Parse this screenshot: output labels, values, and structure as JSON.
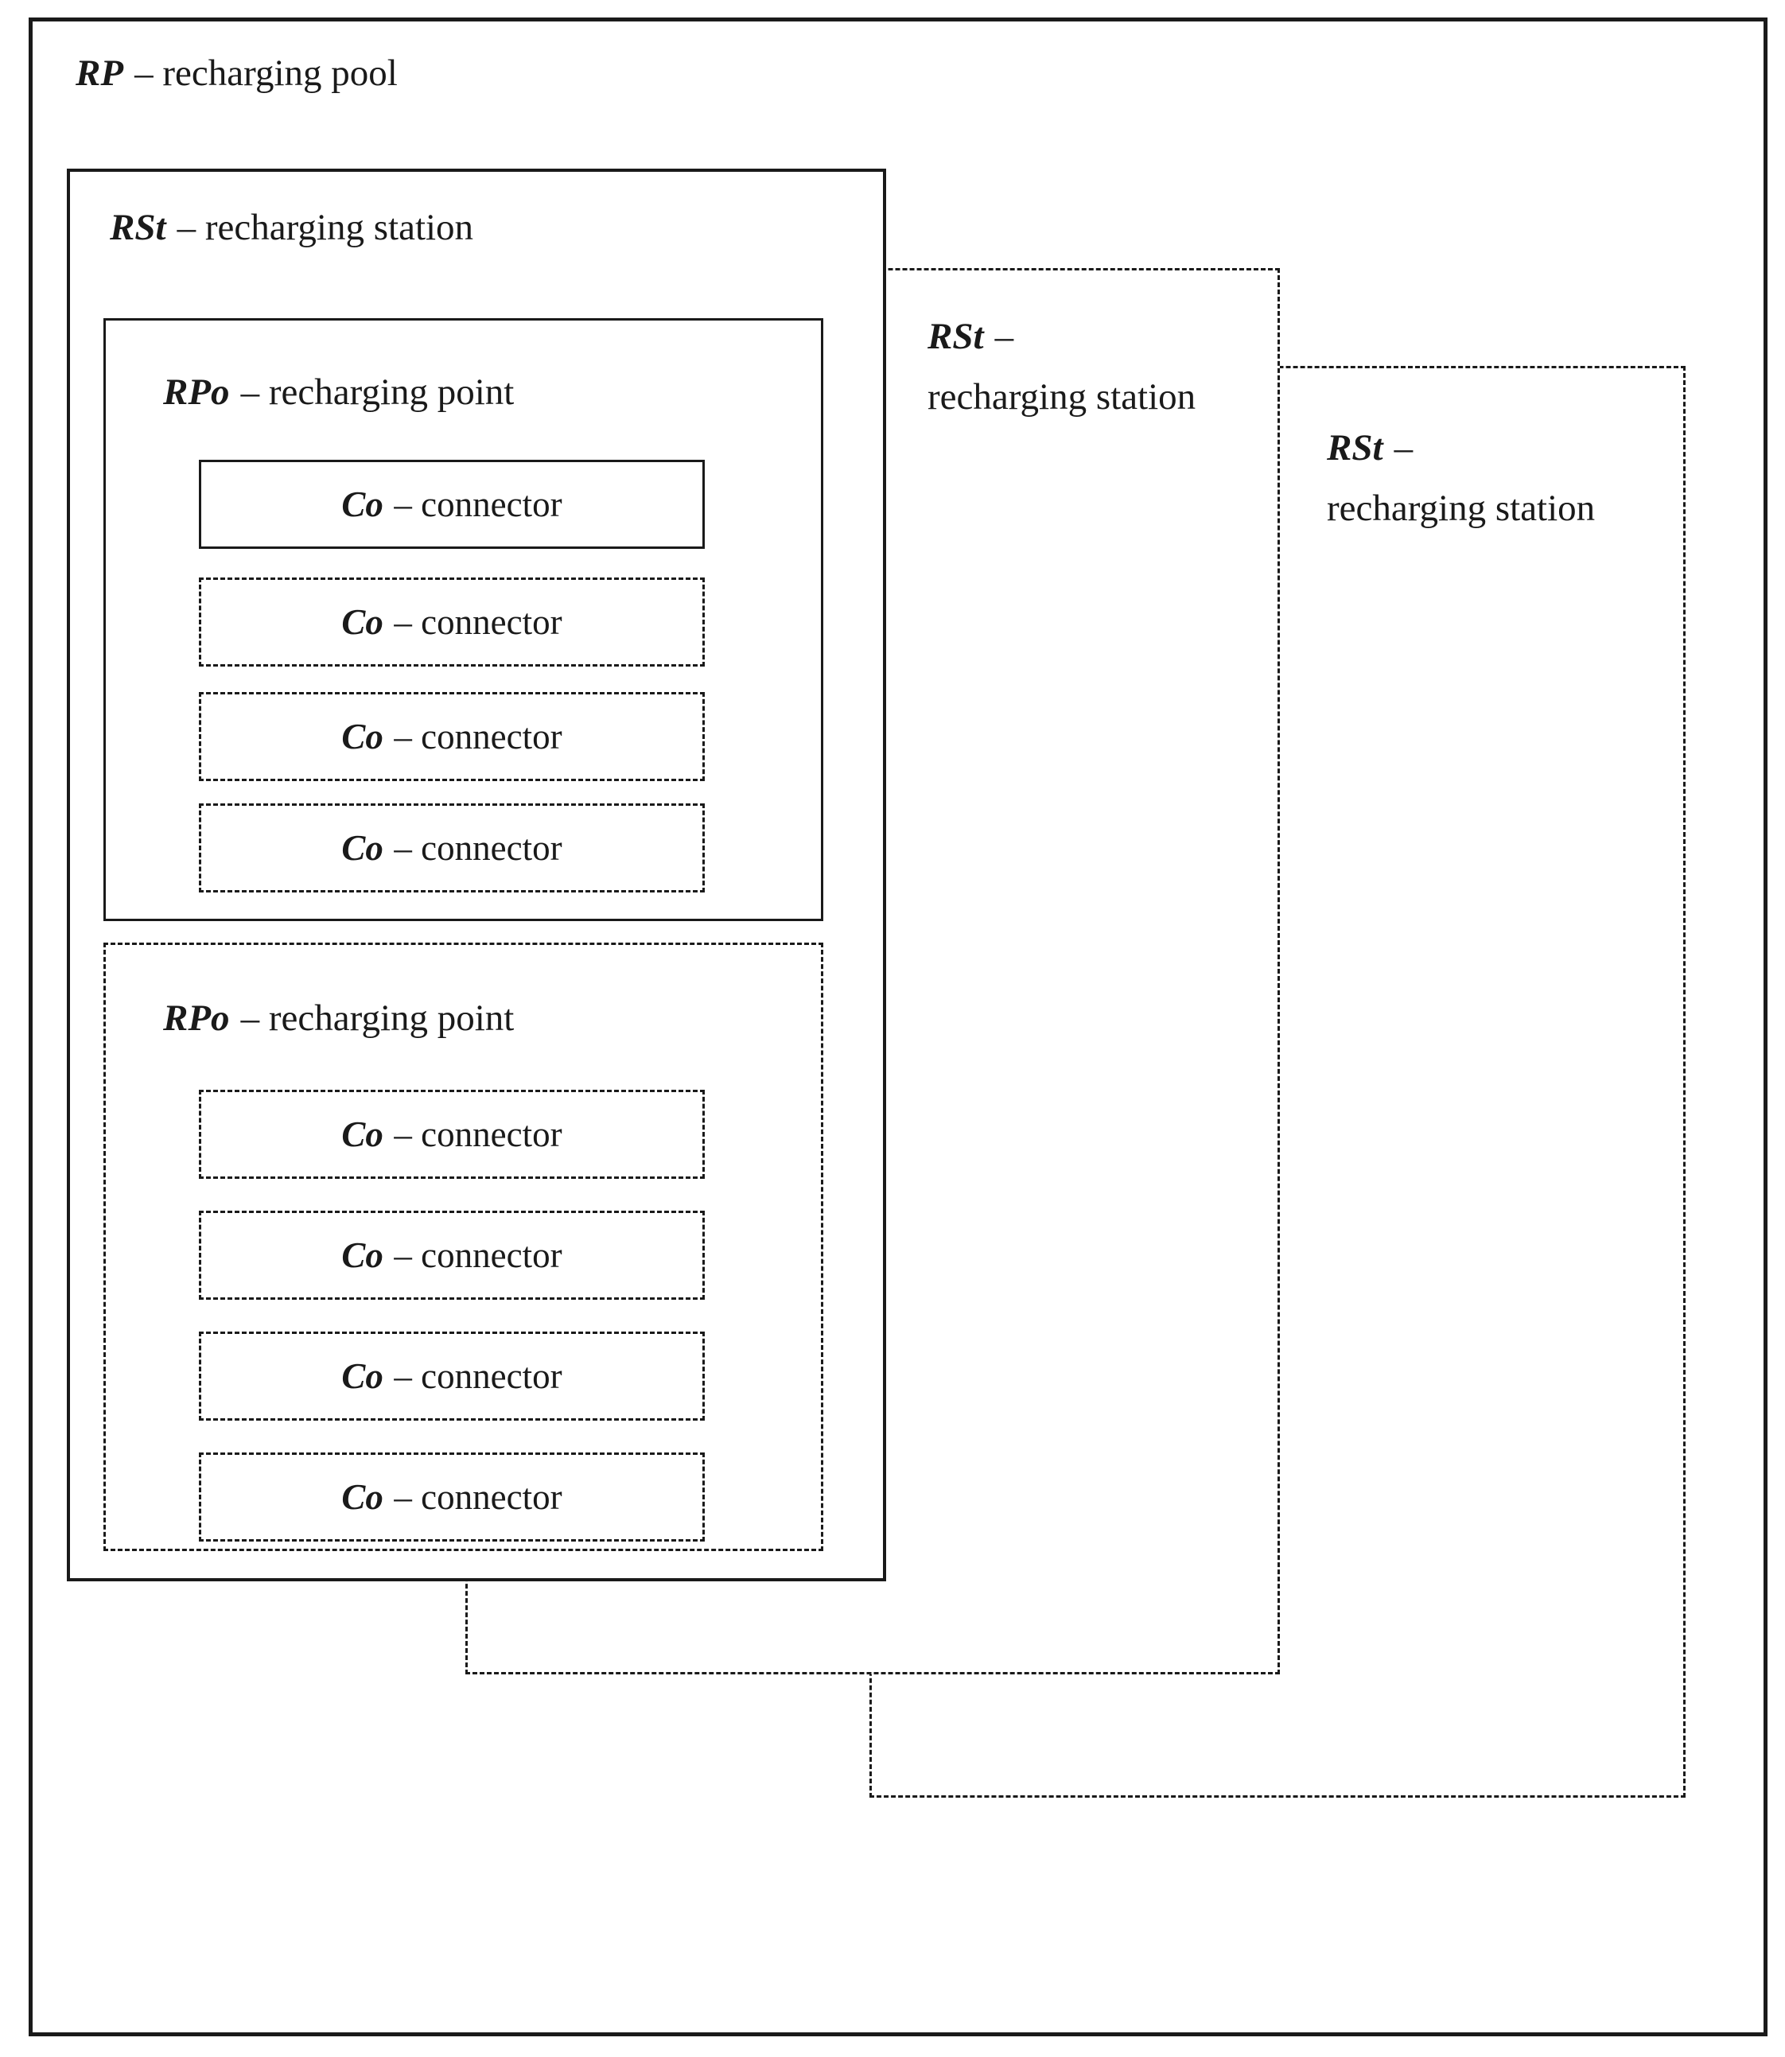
{
  "colors": {
    "ink": "#1a1a1a",
    "paper": "#ffffff"
  },
  "pool": {
    "abbr": "RP",
    "label": "– recharging pool"
  },
  "station": {
    "abbr": "RSt",
    "label": "– recharging station"
  },
  "overlap_stations": [
    {
      "abbr": "RSt",
      "dash": "–",
      "label": "recharging station"
    },
    {
      "abbr": "RSt",
      "dash": "–",
      "label": "recharging station"
    }
  ],
  "points": [
    {
      "abbr": "RPo",
      "label": "– recharging point",
      "connectors": [
        {
          "abbr": "Co",
          "label": "– connector"
        },
        {
          "abbr": "Co",
          "label": "– connector"
        },
        {
          "abbr": "Co",
          "label": "– connector"
        },
        {
          "abbr": "Co",
          "label": "– connector"
        }
      ]
    },
    {
      "abbr": "RPo",
      "label": "– recharging point",
      "connectors": [
        {
          "abbr": "Co",
          "label": "– connector"
        },
        {
          "abbr": "Co",
          "label": "– connector"
        },
        {
          "abbr": "Co",
          "label": "– connector"
        },
        {
          "abbr": "Co",
          "label": "– connector"
        }
      ]
    }
  ]
}
